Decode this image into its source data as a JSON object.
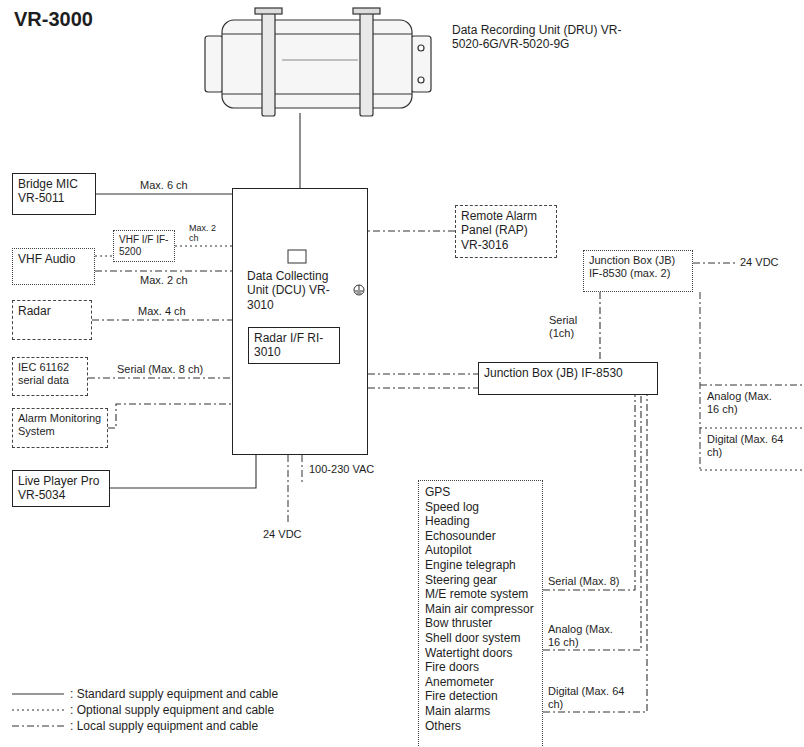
{
  "diagram": {
    "title": "VR-3000",
    "nodes": [
      {
        "text": [
          "Data Recording Unit (DRU) VR-5020-6G/VR-5020-9G"
        ]
      },
      {
        "text": [
          "Bridge MIC VR-5011"
        ]
      },
      {
        "text": [
          "VHF Audio"
        ]
      },
      {
        "text": [
          "VHF I/F IF-5200"
        ]
      },
      {
        "text": [
          "Radar"
        ]
      },
      {
        "text": [
          "IEC 61162 serial data"
        ]
      },
      {
        "text": [
          "Alarm Monitoring System"
        ]
      },
      {
        "text": [
          "Live Player Pro VR-5034"
        ]
      },
      {
        "text": [
          "Data Collecting Unit (DCU) VR-3010"
        ]
      },
      {
        "text": [
          "Radar I/F RI-3010"
        ],
        "in": 8
      },
      {
        "text": [
          "Remote Alarm Panel (RAP) VR-3016"
        ]
      },
      {
        "text": [
          "Junction Box (JB) IF-8530 (max. 2)"
        ]
      },
      {
        "text": [
          "Junction Box (JB) IF-8530"
        ]
      },
      {
        "text": [
          "GPS",
          "Speed log",
          "Heading",
          "Echosounder",
          "Autopilot",
          "Engine telegraph",
          "Steering gear",
          "M/E remote system",
          "Main air compressor",
          "Bow thruster",
          "Shell door system",
          "Watertight doors",
          "Fire doors",
          "Anemometer",
          "Fire detection",
          "Main alarms",
          "Others"
        ]
      }
    ],
    "edges": [
      {
        "from": 0,
        "to": 8,
        "arrow": "none"
      },
      {
        "from": 1,
        "to": 8,
        "label": "Max. 6 ch",
        "arrow": "none"
      },
      {
        "from": 2,
        "to": 3,
        "arrow": "none"
      },
      {
        "from": 3,
        "to": 8,
        "label": "Max. 2 ch",
        "arrow": "none"
      },
      {
        "from": 2,
        "to": 8,
        "label": "Max. 2 ch",
        "arrow": "none"
      },
      {
        "from": 4,
        "to": 8,
        "label": "Max. 4 ch",
        "arrow": "none"
      },
      {
        "from": 5,
        "to": 8,
        "label": "Serial (Max. 8 ch)",
        "arrow": "none"
      },
      {
        "from": 6,
        "to": 8,
        "arrow": "none"
      },
      {
        "from": 7,
        "to": 8,
        "arrow": "none"
      },
      {
        "from": 10,
        "to": 8,
        "arrow": "none"
      },
      {
        "from": 8,
        "to": 12,
        "arrow": "none"
      },
      {
        "from": 8,
        "to": 12,
        "arrow": "none"
      },
      {
        "from": 11,
        "to": 12,
        "label": "Serial (1ch)",
        "arrow": "none"
      },
      {
        "from": 13,
        "to": 12,
        "label": "Serial (Max. 8)",
        "arrow": "none"
      },
      {
        "from": 13,
        "to": 12,
        "label": "Analog (Max. 16 ch)",
        "arrow": "none"
      },
      {
        "from": 13,
        "to": 12,
        "label": "Digital (Max. 64 ch)",
        "arrow": "none"
      }
    ],
    "labels": [
      "100-230 VAC",
      "24 VDC",
      "24 VDC",
      "Analog (Max. 16 ch)",
      "Digital (Max. 64 ch)"
    ],
    "legend": [
      {
        "text": ": Standard supply equipment and cable"
      },
      {
        "text": ": Optional supply equipment and cable"
      },
      {
        "text": ": Local supply equipment and cable"
      }
    ]
  }
}
